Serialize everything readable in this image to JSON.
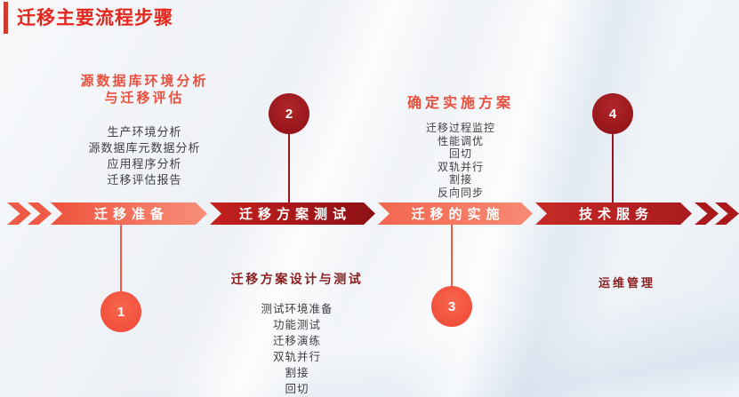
{
  "title": "迁移主要流程步骤",
  "colors": {
    "title_red": "#e3281e",
    "accent_bar": "#d13a2c",
    "banner_salmon": "#ee523c",
    "banner_dark_red": "#c5201f",
    "banner_crimson": "#c62b27",
    "circle_dark": "#9a161b",
    "circle_light": "#f5503a",
    "heading_salmon": "#e85140",
    "heading_dark": "#8a1f1f",
    "body_text": "#3f3f42"
  },
  "timeline": {
    "stages": [
      {
        "label": "迁移准备",
        "number": "1",
        "circle_position": "below"
      },
      {
        "label": "迁移方案测试",
        "number": "2",
        "circle_position": "above"
      },
      {
        "label": "迁移的实施",
        "number": "3",
        "circle_position": "below"
      },
      {
        "label": "技术服务",
        "number": "4",
        "circle_position": "above"
      }
    ]
  },
  "panels": {
    "top_left": {
      "heading_line1": "源数据库环境分析",
      "heading_line2": "与迁移评估",
      "items": [
        "生产环境分析",
        "源数据库元数据分析",
        "应用程序分析",
        "迁移评估报告"
      ]
    },
    "top_right": {
      "heading": "确定实施方案",
      "items": [
        "迁移过程监控",
        "性能调优",
        "回切",
        "双轨并行",
        "割接",
        "反向同步"
      ]
    },
    "bottom_left": {
      "heading": "迁移方案设计与测试",
      "items": [
        "测试环境准备",
        "功能测试",
        "迁移演练",
        "双轨并行",
        "割接",
        "回切"
      ]
    },
    "bottom_right": {
      "heading": "运维管理",
      "items": []
    }
  }
}
